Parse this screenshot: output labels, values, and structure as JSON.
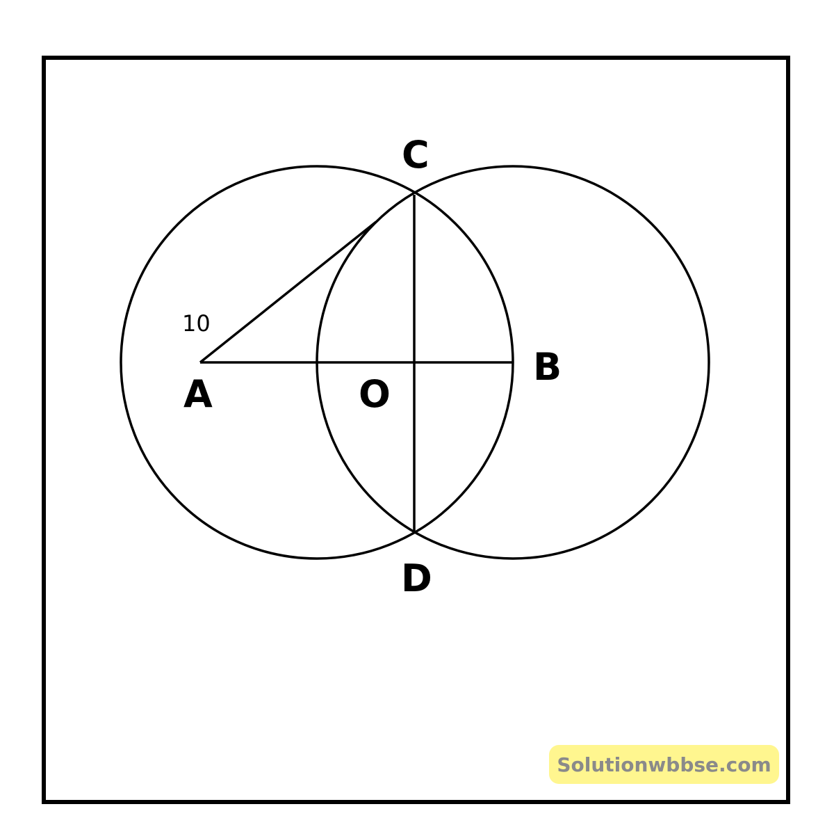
{
  "diagram": {
    "points": {
      "A": "A",
      "B": "B",
      "C": "C",
      "D": "D",
      "O": "O"
    },
    "length_label": "10"
  },
  "watermark": {
    "text": "Solutionwbbse.com"
  },
  "colors": {
    "stroke": "#000000",
    "watermark_bg": "#fff68f",
    "watermark_text": "#8a8a8a"
  }
}
